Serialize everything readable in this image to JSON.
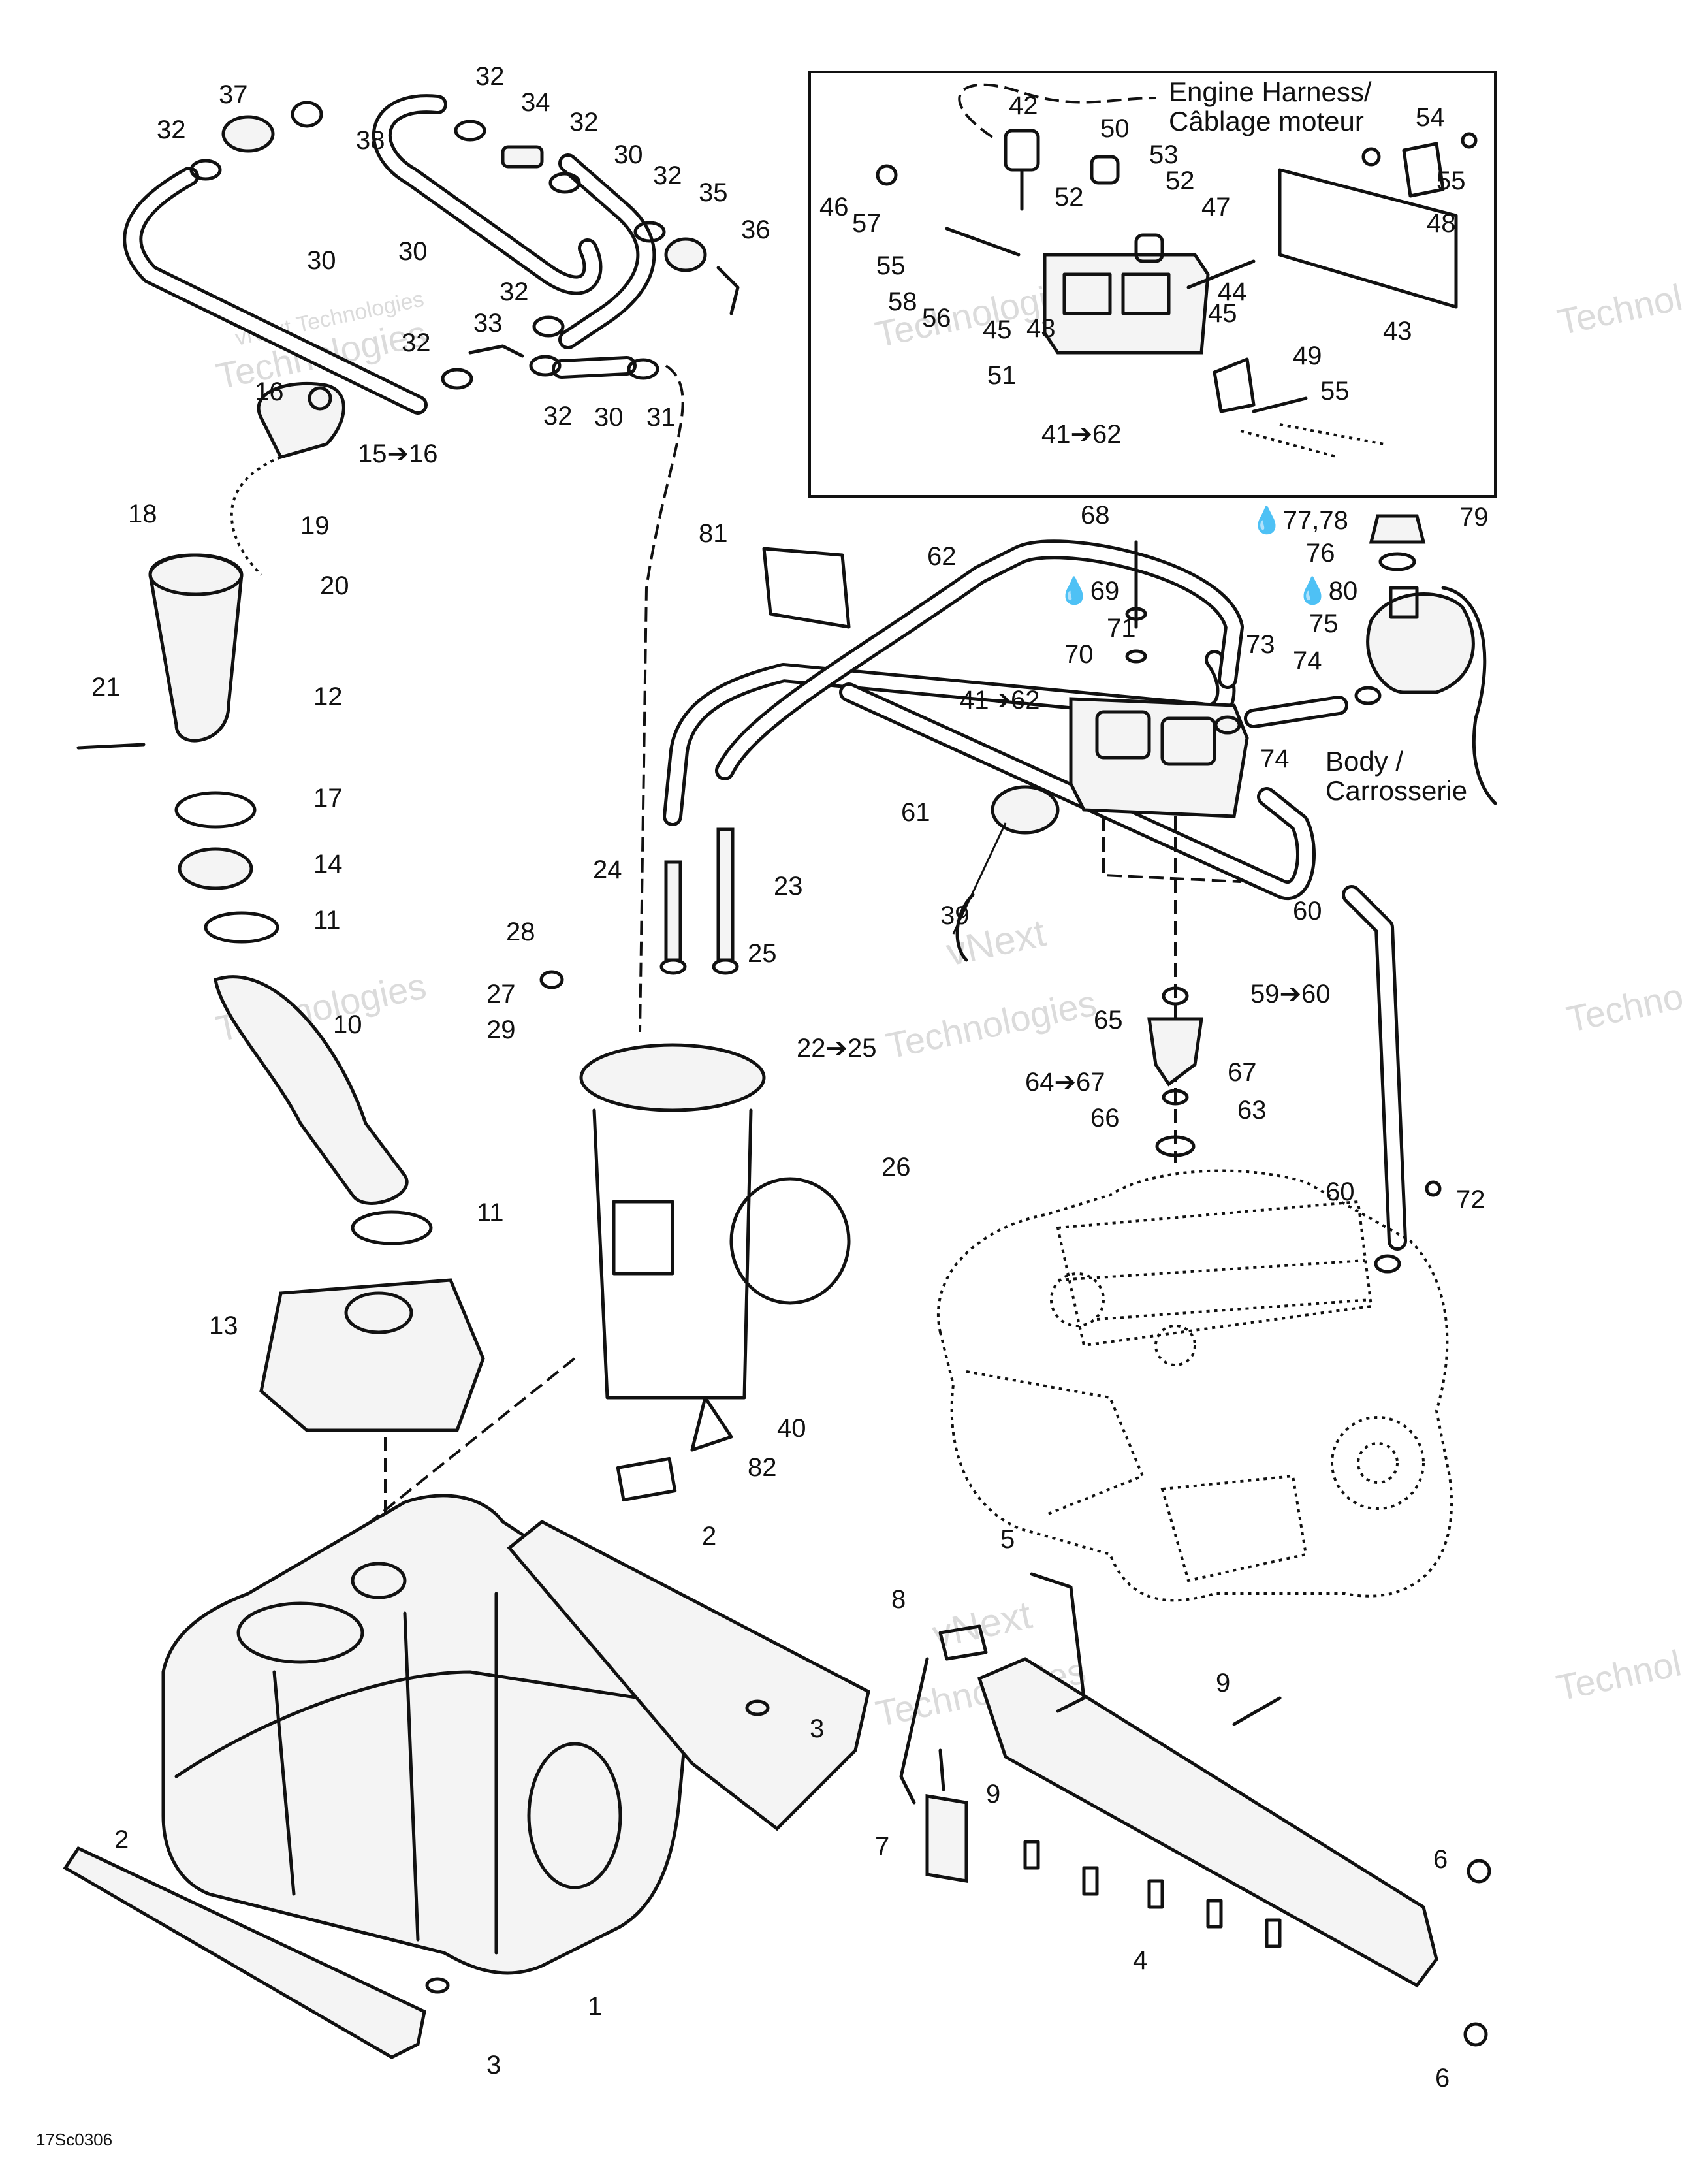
{
  "inset": {
    "harness_label_line1": "Engine Harness/",
    "harness_label_line2": "Câblage moteur"
  },
  "body_label": {
    "line1": "Body /",
    "line2": "Carrosserie"
  },
  "drawing_code": "17Sc0306",
  "watermark": {
    "line1": "vNext Technologies",
    "line2": "Technologies",
    "line3": "vNext"
  },
  "callouts": [
    "37",
    "32",
    "38",
    "32",
    "34",
    "32",
    "30",
    "32",
    "35",
    "36",
    "30",
    "30",
    "32",
    "33",
    "32",
    "32",
    "30",
    "31",
    "16",
    "15➔16",
    "18",
    "19",
    "20",
    "21",
    "12",
    "17",
    "14",
    "11",
    "10",
    "11",
    "13",
    "24",
    "23",
    "25",
    "28",
    "27",
    "29",
    "22➔25",
    "26",
    "40",
    "82",
    "81",
    "62",
    "68",
    "💧69",
    "71",
    "70",
    "41➔62",
    "73",
    "74",
    "74",
    "💧77,78",
    "79",
    "76",
    "💧80",
    "75",
    "61",
    "39",
    "60",
    "59➔60",
    "65",
    "64➔67",
    "67",
    "66",
    "63",
    "60",
    "72",
    "5",
    "8",
    "2",
    "3",
    "2",
    "1",
    "3",
    "7",
    "9",
    "9",
    "4",
    "6",
    "6",
    "42",
    "50",
    "53",
    "52",
    "52",
    "47",
    "54",
    "55",
    "48",
    "46",
    "57",
    "55",
    "58",
    "56",
    "45",
    "44",
    "45",
    "43",
    "43",
    "51",
    "49",
    "55",
    "41➔62"
  ]
}
